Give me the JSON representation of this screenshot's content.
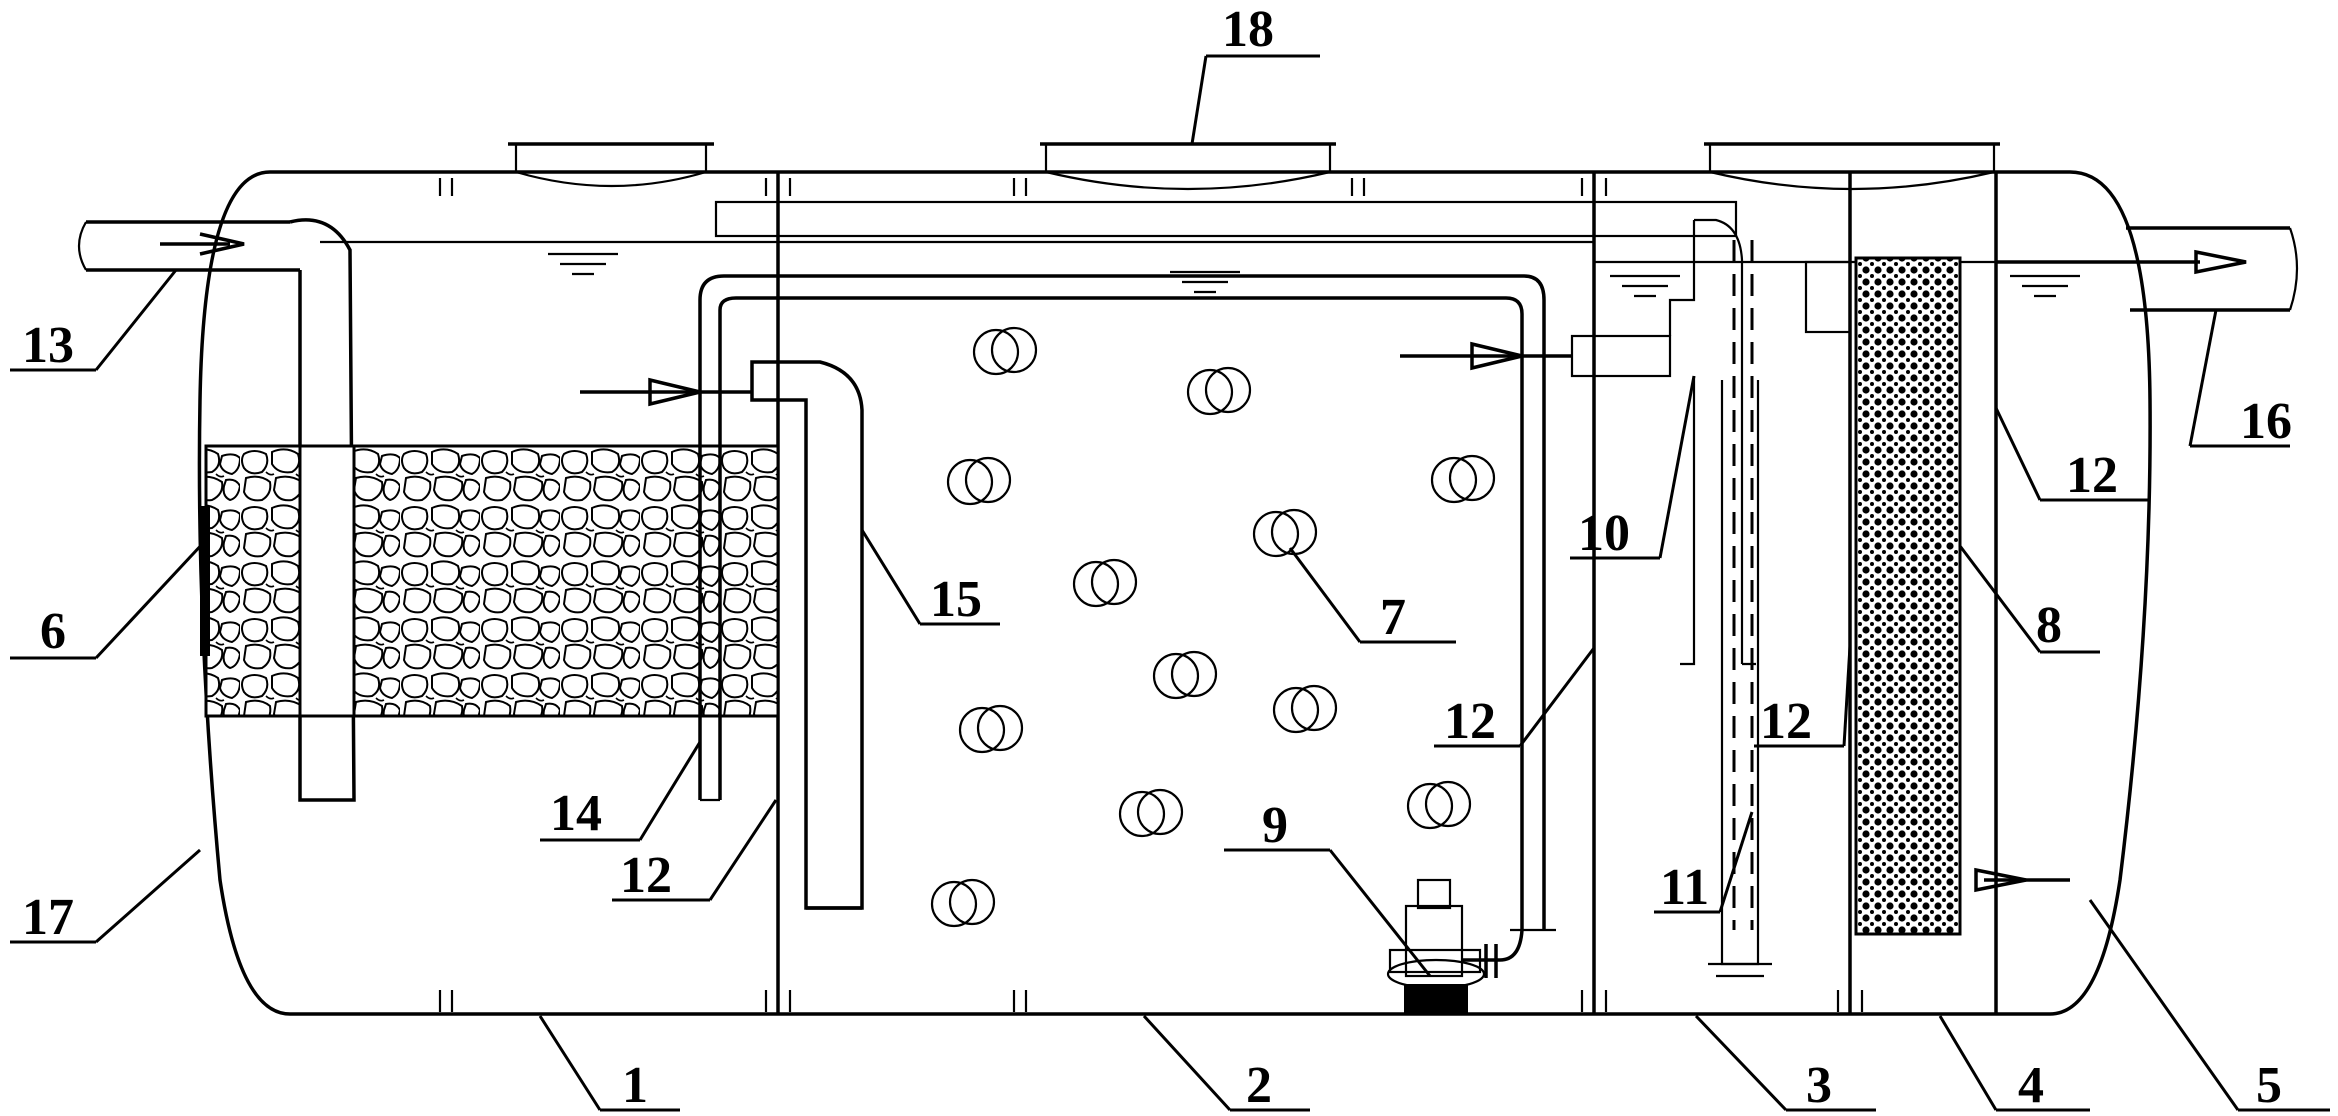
{
  "labels": {
    "l1": "1",
    "l2": "2",
    "l3": "3",
    "l4": "4",
    "l5": "5",
    "l6": "6",
    "l7": "7",
    "l8": "8",
    "l9": "9",
    "l10": "10",
    "l11": "11",
    "l12a": "12",
    "l12b": "12",
    "l12c": "12",
    "l12d": "12",
    "l13": "13",
    "l14": "14",
    "l15": "15",
    "l16": "16",
    "l17": "17",
    "l18": "18"
  },
  "colors": {
    "line": "#000000",
    "background": "#ffffff"
  }
}
